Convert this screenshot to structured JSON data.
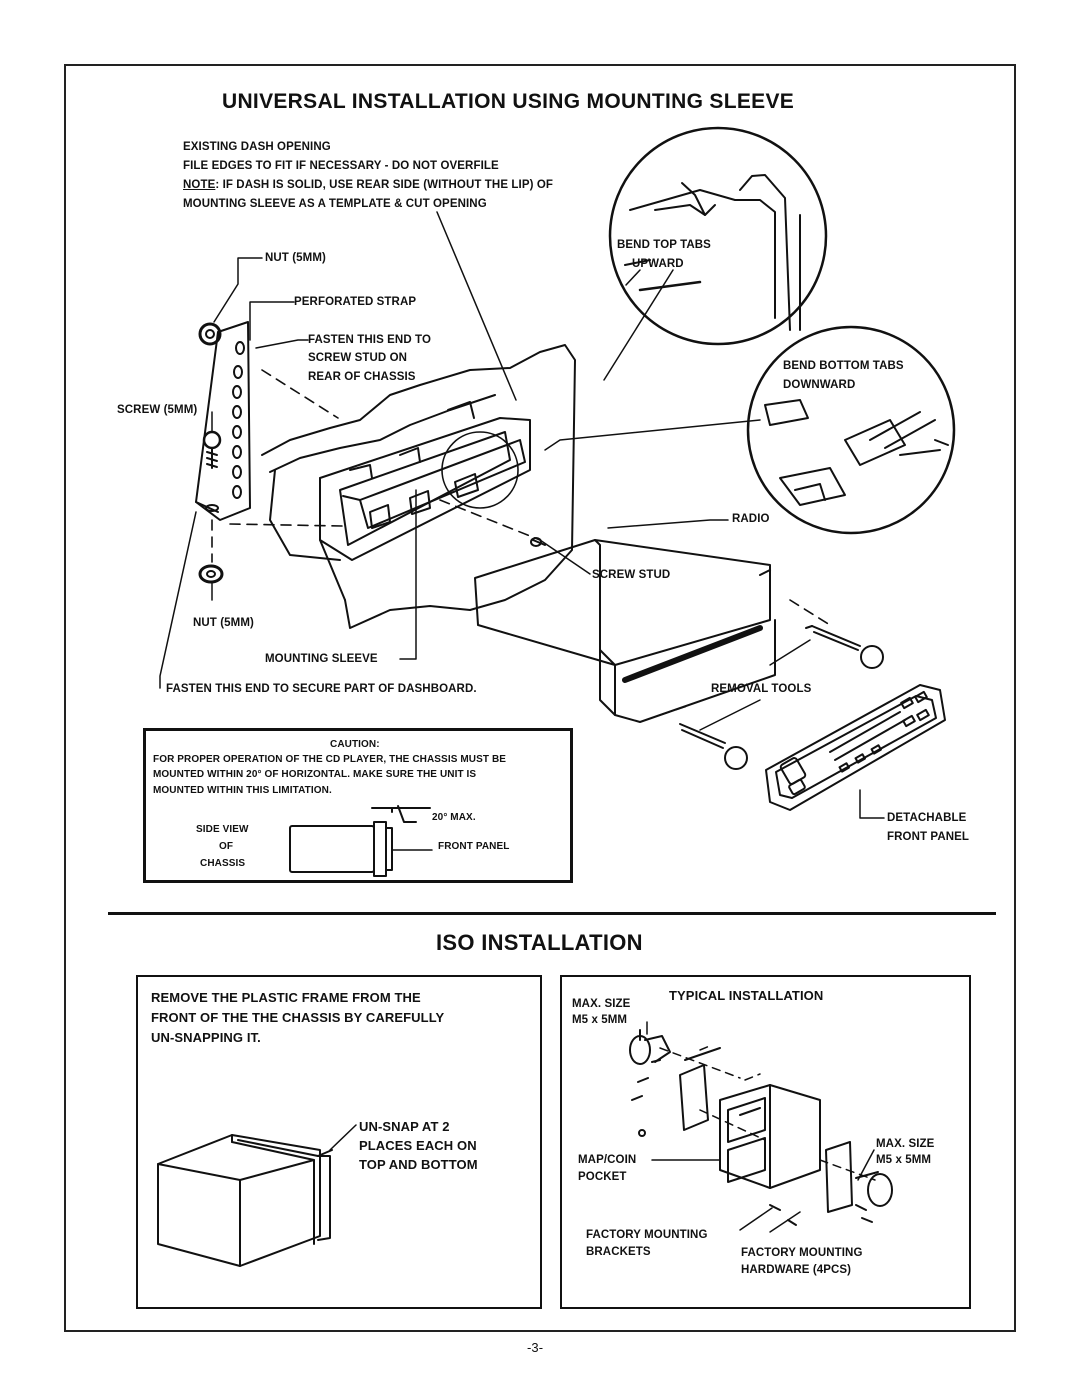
{
  "section1": {
    "title": "UNIVERSAL INSTALLATION USING MOUNTING SLEEVE",
    "dash_opening": {
      "line1": "EXISTING DASH OPENING",
      "line2": "FILE EDGES TO FIT IF NECESSARY - DO NOT OVERFILE",
      "note_prefix": "NOTE",
      "line3": ": IF DASH IS SOLID, USE REAR SIDE (WITHOUT THE LIP) OF",
      "line4": "MOUNTING SLEEVE AS A TEMPLATE & CUT OPENING"
    },
    "labels": {
      "nut_top": "NUT (5MM)",
      "perforated_strap": "PERFORATED STRAP",
      "fasten_1": "FASTEN THIS END TO",
      "fasten_2": "SCREW STUD ON",
      "fasten_3": "REAR OF CHASSIS",
      "screw": "SCREW (5MM)",
      "nut_bottom": "NUT (5MM)",
      "mounting_sleeve": "MOUNTING  SLEEVE",
      "fasten_dash": "FASTEN THIS END TO SECURE PART OF DASHBOARD.",
      "bend_top_1": "BEND TOP TABS",
      "bend_top_2": "UPWARD",
      "bend_bottom_1": "BEND BOTTOM TABS",
      "bend_bottom_2": "DOWNWARD",
      "radio": "RADIO",
      "screw_stud": "SCREW  STUD",
      "removal_tools": "REMOVAL TOOLS",
      "detachable_1": "DETACHABLE",
      "detachable_2": "FRONT PANEL"
    },
    "caution": {
      "heading": "CAUTION:",
      "line1": "FOR PROPER OPERATION OF THE  CD PLAYER, THE CHASSIS MUST BE",
      "line2": "MOUNTED  WITHIN  20°  OF  HORIZONTAL.   MAKE  SURE  THE  UNIT  IS",
      "line3": "MOUNTED WITHIN THIS LIMITATION.",
      "max": "20° MAX.",
      "side_1": "SIDE VIEW",
      "side_2": "OF",
      "side_3": "CHASSIS",
      "front_panel": "FRONT PANEL"
    }
  },
  "section2": {
    "title": "ISO INSTALLATION",
    "left": {
      "line1": "REMOVE THE PLASTIC FRAME FROM THE",
      "line2": "FRONT OF THE THE CHASSIS BY CAREFULLY",
      "line3": "UN-SNAPPING IT.",
      "unsnap_1": "UN-SNAP AT 2",
      "unsnap_2": "PLACES EACH ON",
      "unsnap_3": "TOP AND BOTTOM"
    },
    "right": {
      "title": "TYPICAL INSTALLATION",
      "max_size_1a": "MAX. SIZE",
      "max_size_1b": "M5  x  5MM",
      "max_size_2a": "MAX. SIZE",
      "max_size_2b": "M5  x  5MM",
      "map_1": "MAP/COIN",
      "map_2": "POCKET",
      "factory_brackets_1": "FACTORY MOUNTING",
      "factory_brackets_2": "BRACKETS",
      "factory_hw_1": "FACTORY MOUNTING",
      "factory_hw_2": "HARDWARE (4PCS)"
    }
  },
  "page_number": "-3-"
}
